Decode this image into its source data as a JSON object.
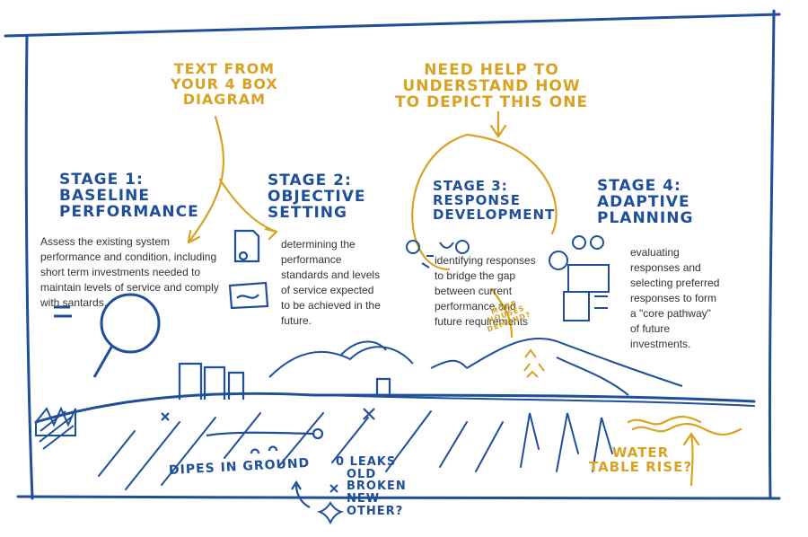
{
  "colors": {
    "ink_blue": "#1f4f9a",
    "ink_gold": "#d8a323",
    "text": "#333333",
    "background": "#ffffff"
  },
  "stages": [
    {
      "title_lines": [
        "Stage 1:",
        "Baseline",
        "Performance"
      ],
      "description_lines": [
        "Assess the existing system",
        "performance and condition, including",
        "short term investments needed to",
        "maintain levels of service and comply",
        "with santards."
      ]
    },
    {
      "title_lines": [
        "Stage 2:",
        "Objective",
        "Setting"
      ],
      "description_lines": [
        "determining the",
        "performance",
        "standards and levels",
        "of service expected",
        "to be achieved in the",
        "future."
      ]
    },
    {
      "title_lines": [
        "Stage 3:",
        "Response",
        "Development"
      ],
      "description_lines": [
        "identifying responses",
        "to bridge the gap",
        "between current",
        "performance and",
        "future requirements"
      ]
    },
    {
      "title_lines": [
        "Stage 4:",
        "Adaptive",
        "Planning"
      ],
      "description_lines": [
        "evaluating",
        "responses and",
        "selecting preferred",
        "responses to form",
        "a \"core pathway\"",
        "of future",
        "investments."
      ]
    }
  ],
  "notes": {
    "box_diagram": [
      "Text from",
      "your 4 box",
      "diagram"
    ],
    "need_help": [
      "Need help to",
      "understand how",
      "to depict this one"
    ],
    "water_table": [
      "Water",
      "table rise?"
    ],
    "houses_demand": [
      "More",
      "houses",
      "demand?"
    ],
    "pipes_label": "Dipes in ground",
    "leak_list": [
      "0 leaks",
      "old",
      "broken",
      "new",
      "other?"
    ]
  }
}
